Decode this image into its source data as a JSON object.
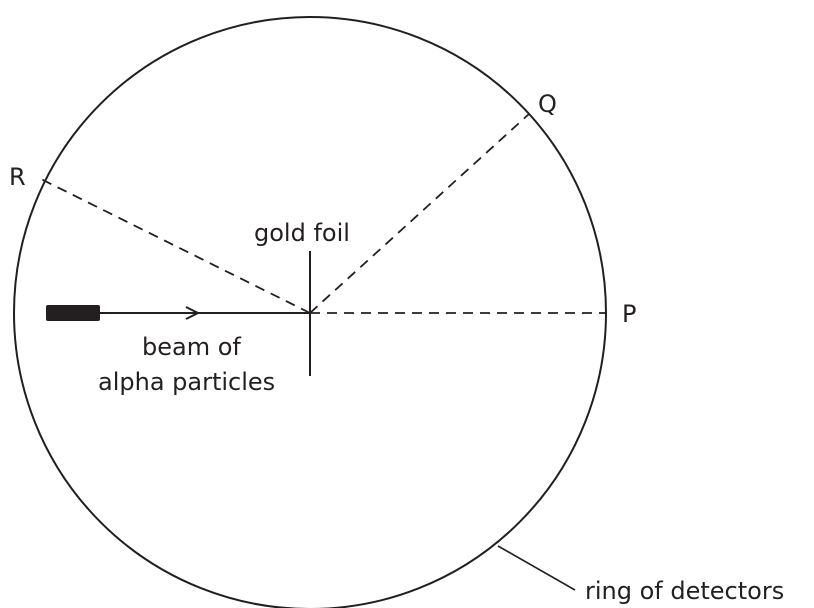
{
  "labels": {
    "point_p": "P",
    "point_q": "Q",
    "point_r": "R",
    "gold_foil": "gold foil",
    "beam_line1": "beam of",
    "beam_line2": "alpha particles",
    "ring": "ring of detectors"
  },
  "colors": {
    "ink": "#231f20",
    "background": "#ffffff"
  }
}
